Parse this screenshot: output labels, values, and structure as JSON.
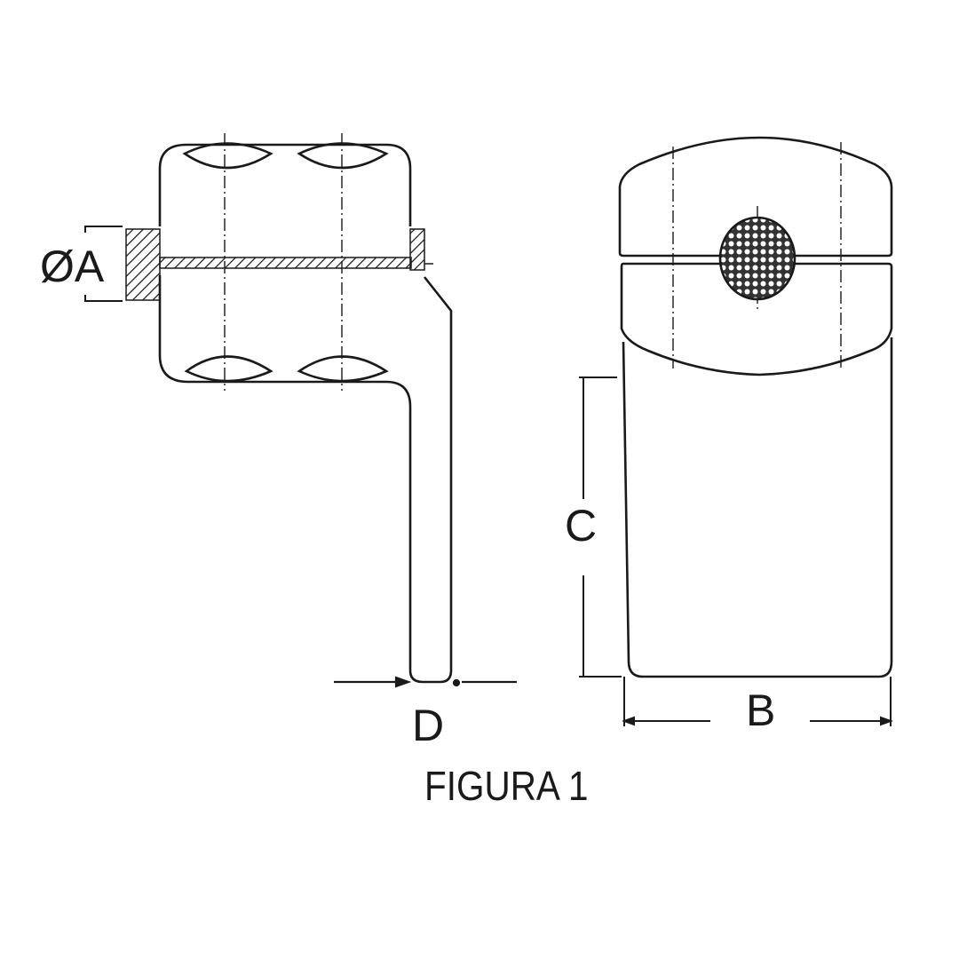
{
  "figure": {
    "caption": "FIGURA 1",
    "dimensions": {
      "A": "ØA",
      "B": "B",
      "C": "C",
      "D": "D"
    },
    "views": {
      "side_view": "side-view",
      "front_view": "front-view"
    },
    "colors": {
      "line": "#1a1a1a",
      "background": "#ffffff"
    }
  }
}
